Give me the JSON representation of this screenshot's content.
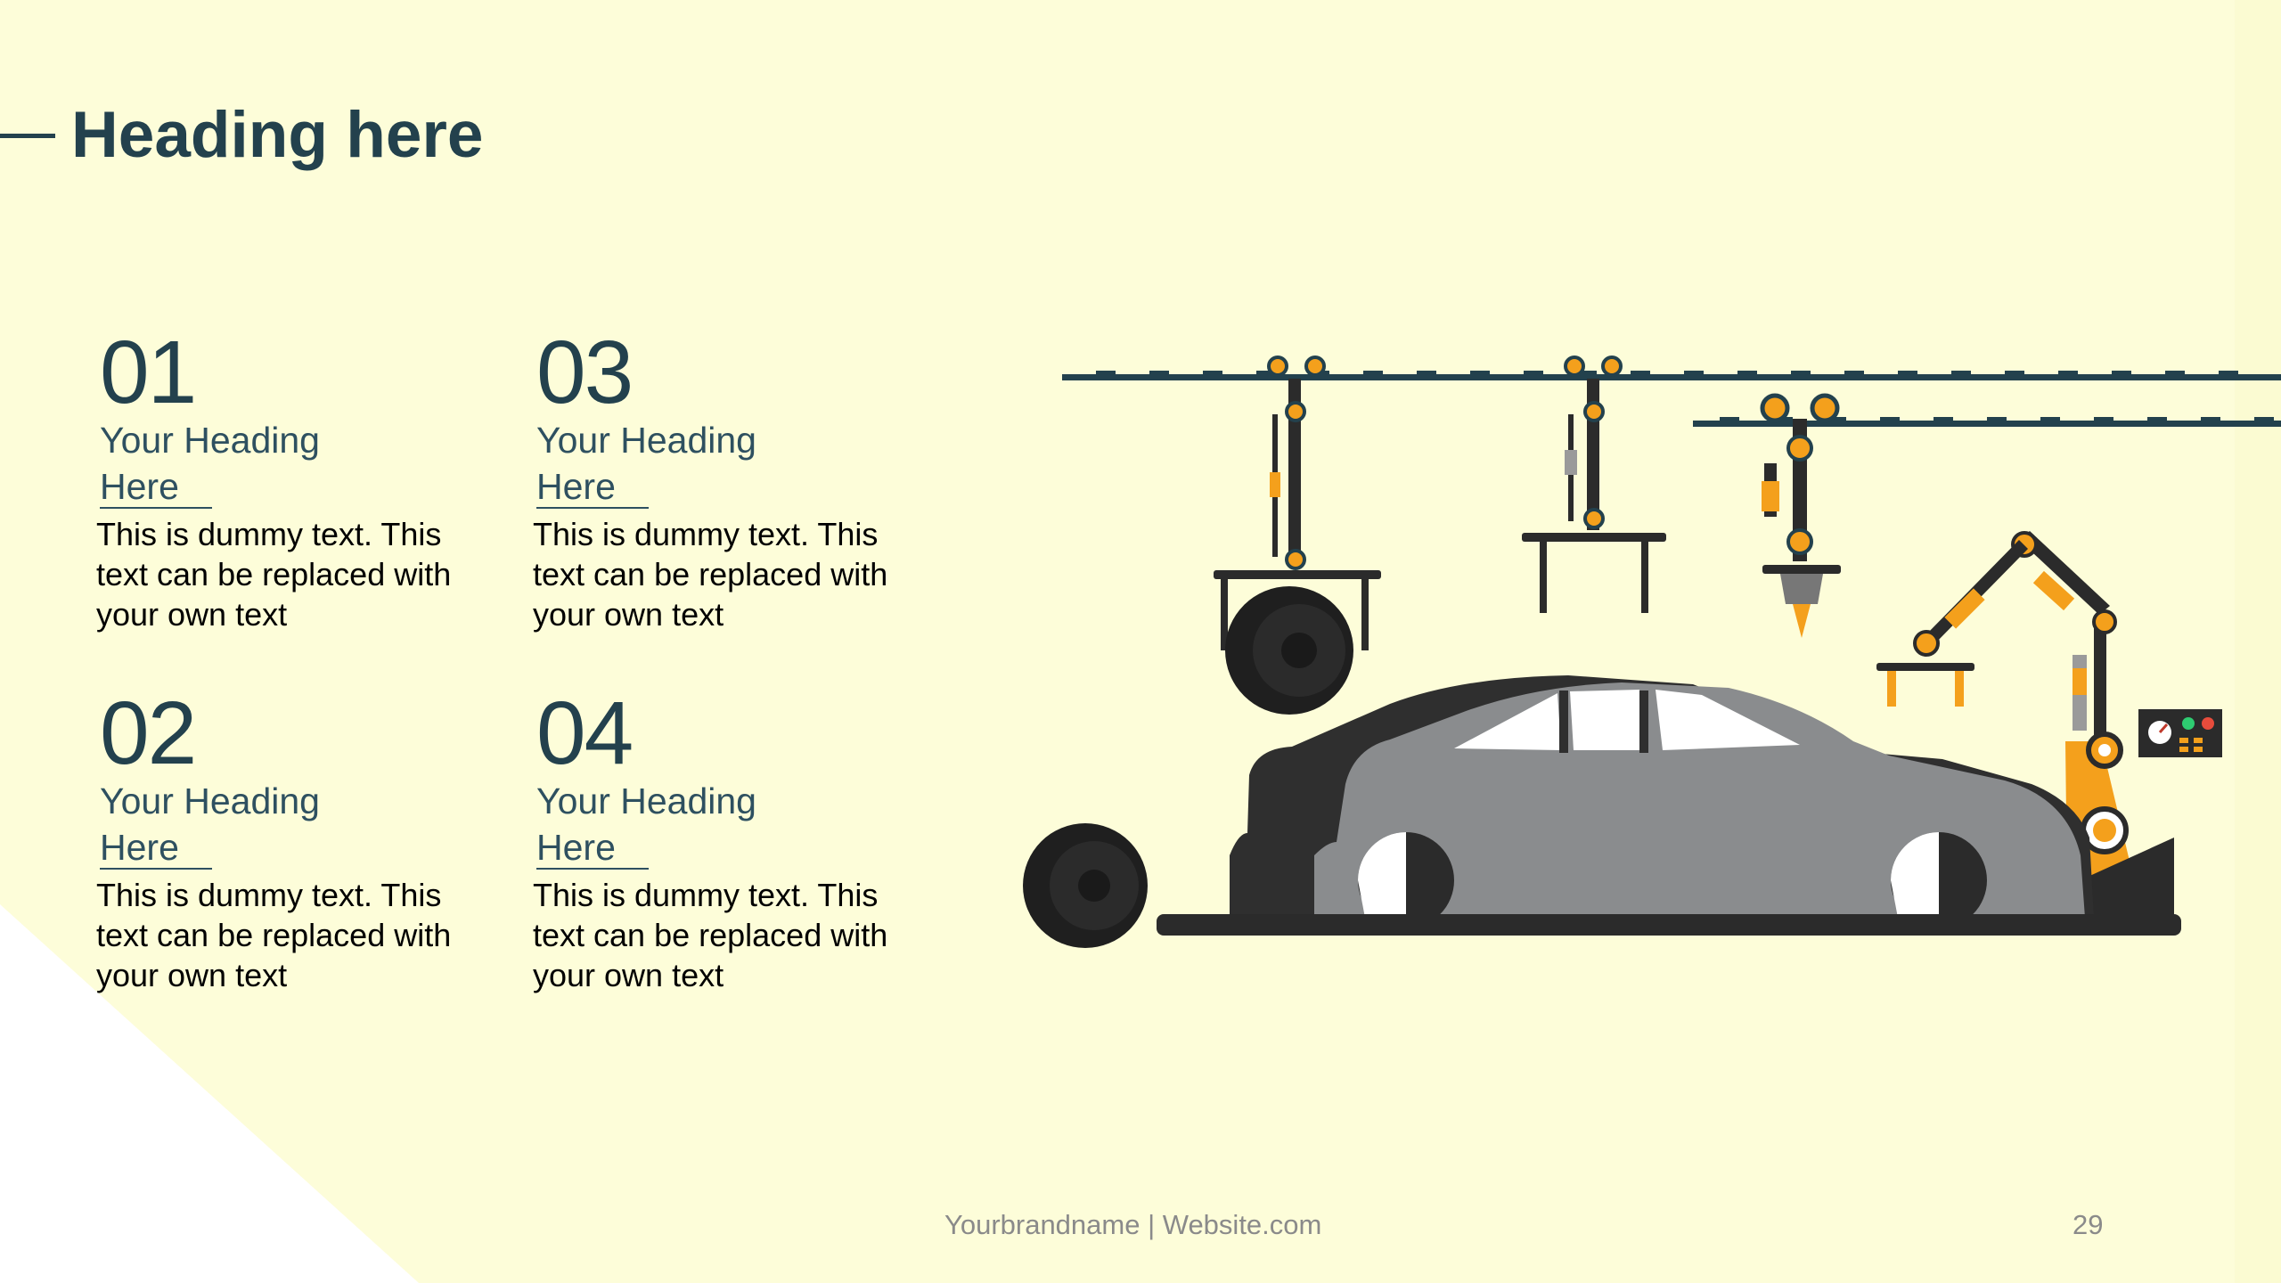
{
  "slide": {
    "title": "Heading here",
    "items": [
      {
        "number": "01",
        "heading": "Your Heading Here",
        "body": "This is dummy text. This text can be replaced with your own text"
      },
      {
        "number": "02",
        "heading": "Your Heading Here",
        "body": "This is dummy text. This text can be replaced with your own text"
      },
      {
        "number": "03",
        "heading": "Your Heading Here",
        "body": "This is dummy text. This text can be replaced with your own text"
      },
      {
        "number": "04",
        "heading": "Your Heading Here",
        "body": "This is dummy text. This text can be replaced with your own text"
      }
    ],
    "footer": {
      "brand": "Yourbrandname | Website.com",
      "page": "29"
    }
  },
  "colors": {
    "background": "#fdfdd9",
    "accent": "#23414d",
    "orange": "#f4a01c",
    "car_body": "#8a8c8e",
    "dark": "#2b2b2b"
  },
  "icons": [
    "assembly-line-illustration",
    "car-icon",
    "robot-arm-icon",
    "tire-icon",
    "control-panel-icon"
  ]
}
